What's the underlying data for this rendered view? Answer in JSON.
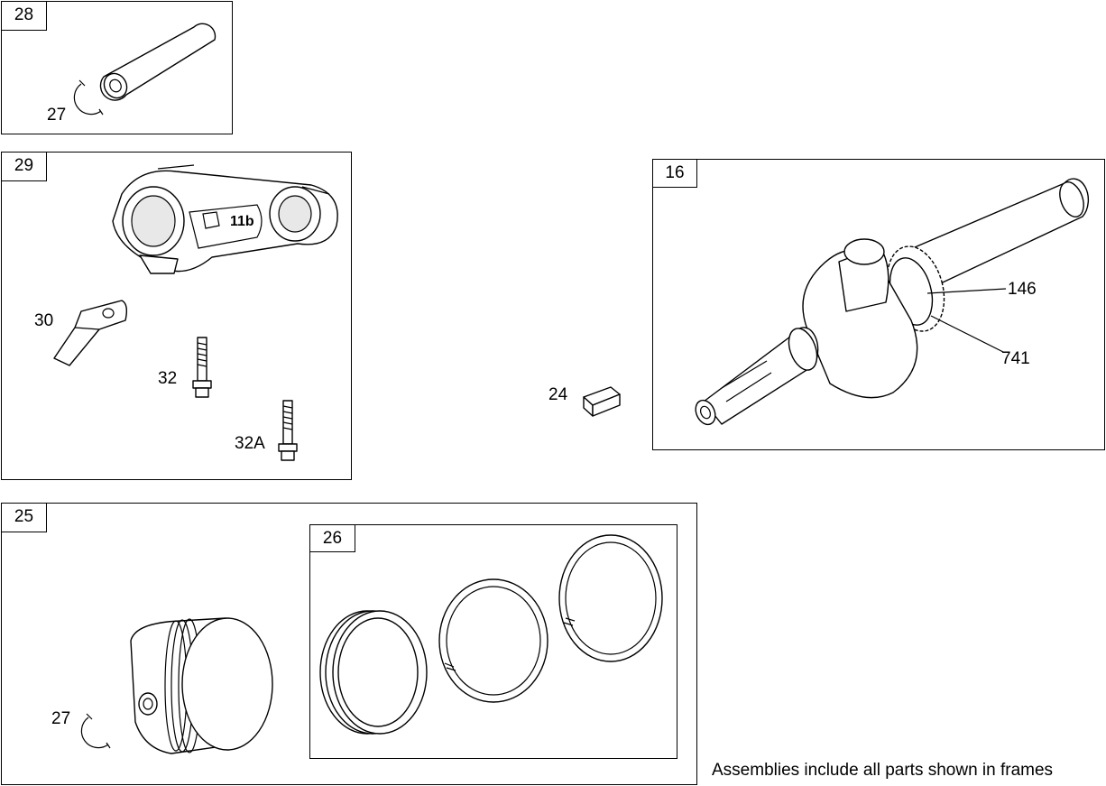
{
  "frames": {
    "f28": {
      "tag": "28"
    },
    "f29": {
      "tag": "29"
    },
    "f16": {
      "tag": "16"
    },
    "f25": {
      "tag": "25"
    },
    "f26": {
      "tag": "26"
    }
  },
  "callouts": {
    "c27_top": "27",
    "c30": "30",
    "c32": "32",
    "c32a": "32A",
    "c24": "24",
    "c146": "146",
    "c741": "741",
    "c27_bottom": "27"
  },
  "rod_stamp": "11b",
  "footer_note": "Assemblies include all parts shown in frames"
}
